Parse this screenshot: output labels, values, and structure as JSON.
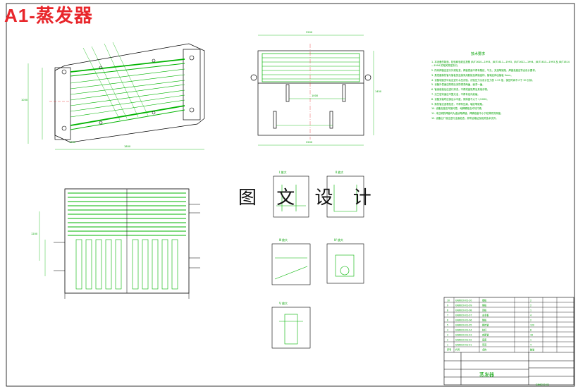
{
  "header": {
    "title": "A1-蒸发器"
  },
  "watermark": {
    "text": "图 文 设 计"
  },
  "tech_requirements": {
    "title": "技术要求",
    "notes": [
      "1. 本设备的制造、检验和验收应按照 JB/T1610—1993、JB/T1611—1993、JB/T1612—1994、JB/T1613—1993 及 JB/T1614—1994 的相关规定执行。",
      "2. 所有焊缝应进行外观检查，焊缝表面不得有裂纹、气孔、夹渣等缺陷，焊缝高度应符合设计要求。",
      "3. 蒸发器换热管与管板的连接采用胀接加焊接结构，管端应伸出管板 3mm。",
      "4. 设备制造完毕后应进行水压试验，试验压力为设计压力的 1.25 倍，保压时间不少于 30 分钟。",
      "5. 设备外表面应除锈后涂防锈漆两遍，面漆一遍。",
      "6. 管束组装后应进行清洗，不得残留铁屑及其他杂物。",
      "7. 法兰密封面应平整光洁，不得有径向划痕。",
      "8. 设备安装时应保证水平度，倾斜度不大于 1/1000。",
      "9. 换热管应逐根检查，不得有压扁、裂纹等缺陷。",
      "10. 设备支座应牢固可靠，地脚螺栓应均匀拧紧。",
      "11. 未注明的焊缝均为连续角焊缝，焊脚高度不小于较薄件的厚度。",
      "12. 设备出厂前应进行全面检查，并附合格证及相关技术文件。"
    ]
  },
  "section_labels": {
    "a": "Ⅰ 放大",
    "b": "Ⅱ 放大",
    "c": "Ⅲ 放大",
    "d": "Ⅳ 放大",
    "e": "Ⅴ 放大"
  },
  "dimensions": {
    "front_width": "1800",
    "front_height": "1050",
    "side_width": "2200",
    "side_height": "1450",
    "side_inner": "1000",
    "plan_height": "1200",
    "front_base": "1000"
  },
  "parts_table": {
    "rows": [
      [
        "10",
        "GN6020-01-10",
        "端板",
        "2"
      ],
      [
        "9",
        "GN6020-01-09",
        "侧板",
        "2"
      ],
      [
        "8",
        "GN6020-01-08",
        "顶板",
        "1"
      ],
      [
        "7",
        "GN6020-01-07",
        "支承板",
        "4"
      ],
      [
        "6",
        "GN6020-01-06",
        "管板",
        "2"
      ],
      [
        "5",
        "GN6020-01-05",
        "换热管",
        "120"
      ],
      [
        "4",
        "GN6020-01-04",
        "拉杆",
        "8"
      ],
      [
        "3",
        "GN6020-01-03",
        "定距管",
        "16"
      ],
      [
        "2",
        "GN6020-01-02",
        "底座",
        "1"
      ],
      [
        "1",
        "GN6020-01-01",
        "吊耳",
        "4"
      ]
    ],
    "header": [
      "序号",
      "代号",
      "名称",
      "数量"
    ]
  },
  "title_block": {
    "name": "蒸发器",
    "drawing_no": "GN6020-01"
  }
}
